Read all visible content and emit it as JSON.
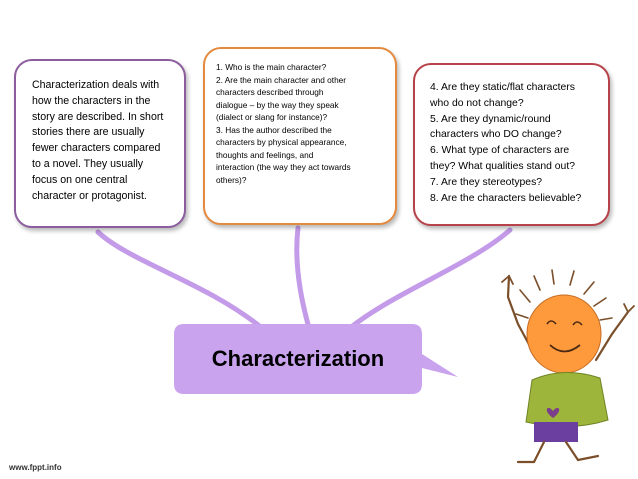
{
  "central_topic": "Characterization",
  "left_box": {
    "lines": [
      "Characterization deals with",
      "how the characters in the",
      "story are described. In short",
      "stories there are usually",
      "fewer characters compared",
      "to a novel. They usually",
      "focus on one central",
      "character or protagonist."
    ]
  },
  "middle_box": {
    "lines": [
      "1.   Who is the main character?",
      "2.   Are the main character and other",
      "characters described through",
      "dialogue – by the way they speak",
      "(dialect or slang for instance)?",
      "3.   Has the author described the",
      "characters by physical appearance,",
      "thoughts and feelings, and",
      "interaction (the way they act towards",
      "others)?"
    ]
  },
  "right_box": {
    "lines": [
      "4.  Are they static/flat characters",
      "who do not change?",
      "5.  Are they dynamic/round",
      "characters who DO change?",
      "6.   What type of characters are",
      "they? What qualities stand out?",
      "7.  Are they stereotypes?",
      "8.  Are the characters believable?"
    ]
  },
  "footer": "www.fppt.info",
  "colors": {
    "central_fill": "#c9a3ee",
    "connector": "#c49be8",
    "left_border": "#8b5c9e",
    "middle_border": "#e48a3e",
    "right_border": "#b8424a"
  },
  "icons": [
    "cartoon-girl-illustration",
    "heart-icon"
  ]
}
